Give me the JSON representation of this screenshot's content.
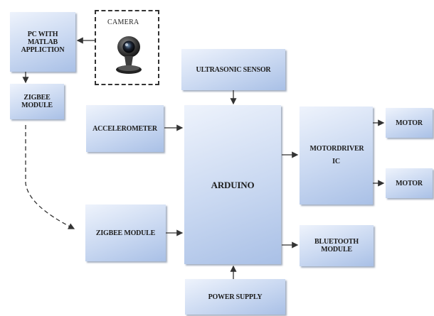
{
  "blocks": {
    "pc": "PC WITH MATLAB APPLICTION",
    "zigbee_top": "ZIGBEE MODULE",
    "camera": "CAMERA",
    "ultrasonic": "ULTRASONIC SENSOR",
    "accelerometer": "ACCELEROMETER",
    "arduino": "ARDUINO",
    "motordriver": "MOTORDRIVER IC",
    "motor_1": "MOTOR",
    "motor_2": "MOTOR",
    "zigbee_bottom": "ZIGBEE MODULE",
    "bluetooth": "BLUETOOTH MODULE",
    "power": "POWER SUPPLY"
  },
  "colors": {
    "block_light": "#eef3fc",
    "block_dark": "#a9c0e6",
    "arrow": "#333333"
  }
}
